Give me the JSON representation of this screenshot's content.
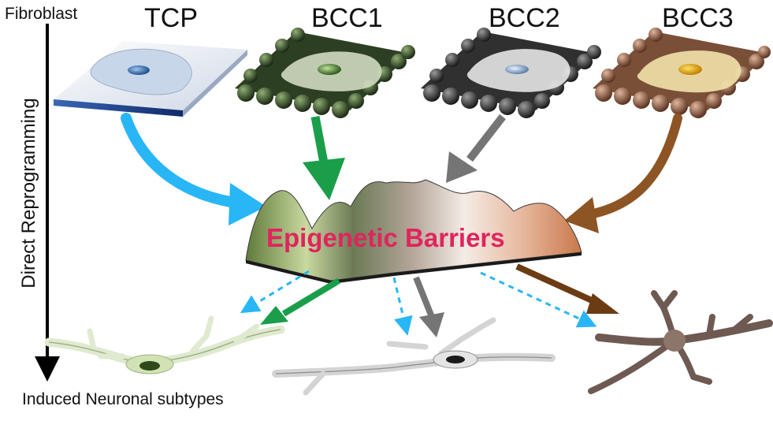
{
  "labels": {
    "start": "Fibroblast",
    "process": "Direct Reprogramming",
    "end": "Induced Neuronal subtypes",
    "barrier": "Epigenetic Barriers"
  },
  "substrates": [
    {
      "label": "TCP",
      "color": "#29b6f6"
    },
    {
      "label": "BCC1",
      "color": "#1a9e4a"
    },
    {
      "label": "BCC2",
      "color": "#757575"
    },
    {
      "label": "BCC3",
      "color": "#8d5524"
    }
  ],
  "neurons": [
    {
      "color": "#dfead0"
    },
    {
      "color": "#d4d4d4"
    },
    {
      "color": "#6e5a52"
    }
  ]
}
